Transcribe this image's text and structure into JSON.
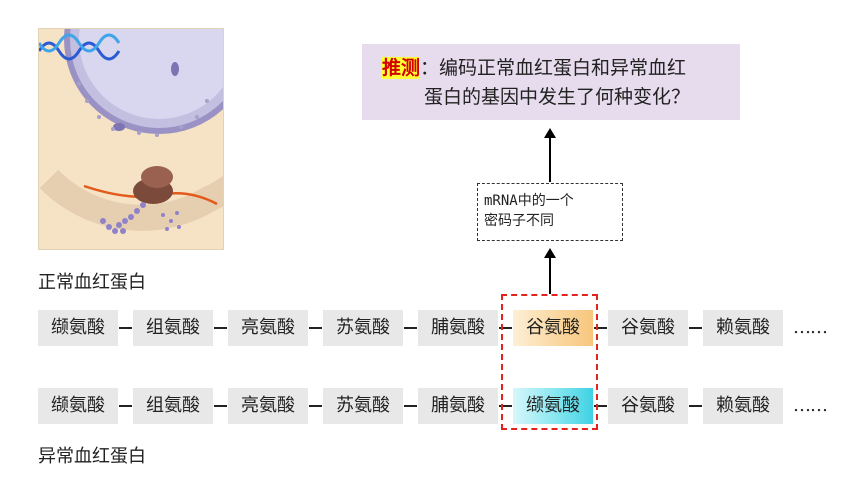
{
  "hypothesis": {
    "label": "推测",
    "colon": "：",
    "line1": "编码正常血红蛋白和异常血红",
    "line2": "蛋白的基因中发生了何种变化？"
  },
  "note": {
    "line1": "mRNA中的一个",
    "line2": "密码子不同"
  },
  "normal": {
    "label": "正常血红蛋白",
    "chain": [
      "缬氨酸",
      "组氨酸",
      "亮氨酸",
      "苏氨酸",
      "脯氨酸",
      "谷氨酸",
      "谷氨酸",
      "赖氨酸"
    ],
    "ellipsis": "……"
  },
  "abnormal": {
    "label": "异常血红蛋白",
    "chain": [
      "缬氨酸",
      "组氨酸",
      "亮氨酸",
      "苏氨酸",
      "脯氨酸",
      "缬氨酸",
      "谷氨酸",
      "赖氨酸"
    ],
    "ellipsis": "……"
  },
  "colors": {
    "highlight_frame": "#e3241d",
    "normal_highlight": "#f7c77e",
    "abnormal_highlight": "#3fd2e4",
    "hypothesis_bg": "#e7dced",
    "label_marker": "#ffff33",
    "label_text": "#d40000"
  }
}
